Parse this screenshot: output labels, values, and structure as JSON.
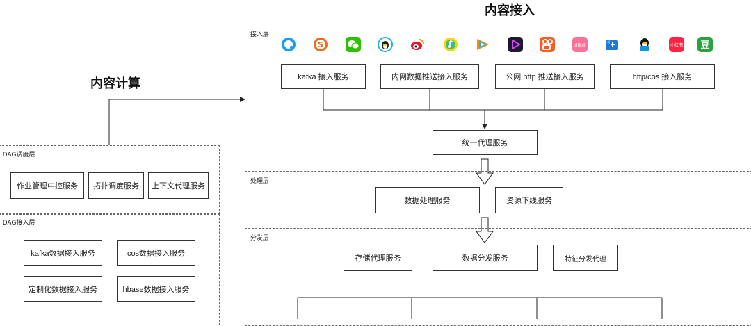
{
  "titles": {
    "content_access": "内容接入",
    "content_compute": "内容计算"
  },
  "layers": {
    "access": "接入层",
    "processing": "处理层",
    "distribution": "分发层",
    "dag_schedule": "DAG调度层",
    "dag_access": "DAG接入层"
  },
  "access_services": [
    "kafka 接入服务",
    "内网数据推送接入服务",
    "公网 http 推送接入服务",
    "http/cos 接入服务"
  ],
  "proxy_service": "统一代理服务",
  "processing_services": [
    "数据处理服务",
    "资源下线服务"
  ],
  "distribution_services": [
    "存储代理服务",
    "数据分发服务",
    "特征分发代理"
  ],
  "dag_schedule_services": [
    "作业管理中控服务",
    "拓扑调度服务",
    "上下文代理服务"
  ],
  "dag_access_services": [
    "kafka数据接入服务",
    "cos数据接入服务",
    "定制化数据接入服务",
    "hbase数据接入服务"
  ],
  "source_logos": [
    {
      "icon": "qq-browser-icon",
      "color": "#1a9cf0"
    },
    {
      "icon": "sogou-icon",
      "color": "#f26b1d"
    },
    {
      "icon": "wechat-icon",
      "color": "#2dc100"
    },
    {
      "icon": "qq-icon",
      "color": "#12b7f5"
    },
    {
      "icon": "weibo-icon",
      "color": "#e6162d"
    },
    {
      "icon": "qq-music-icon",
      "color": "#31c27c"
    },
    {
      "icon": "tencent-video-icon",
      "color": "#ff8a00"
    },
    {
      "icon": "weishi-icon",
      "color": "#1b1b2f"
    },
    {
      "icon": "kuaishou-icon",
      "color": "#ff5a1f"
    },
    {
      "icon": "bilibili-icon",
      "color": "#fb7299"
    },
    {
      "icon": "tencent-news-icon",
      "color": "#1e7bd3"
    },
    {
      "icon": "qq-penguin-icon",
      "color": "#1296db"
    },
    {
      "icon": "xiaohongshu-icon",
      "color": "#ff2442"
    },
    {
      "icon": "douban-icon",
      "color": "#2aa33c"
    }
  ],
  "logo_texts": {
    "xiaohongshu": "小红书",
    "bilibili": "bilibili",
    "douban": "豆"
  }
}
